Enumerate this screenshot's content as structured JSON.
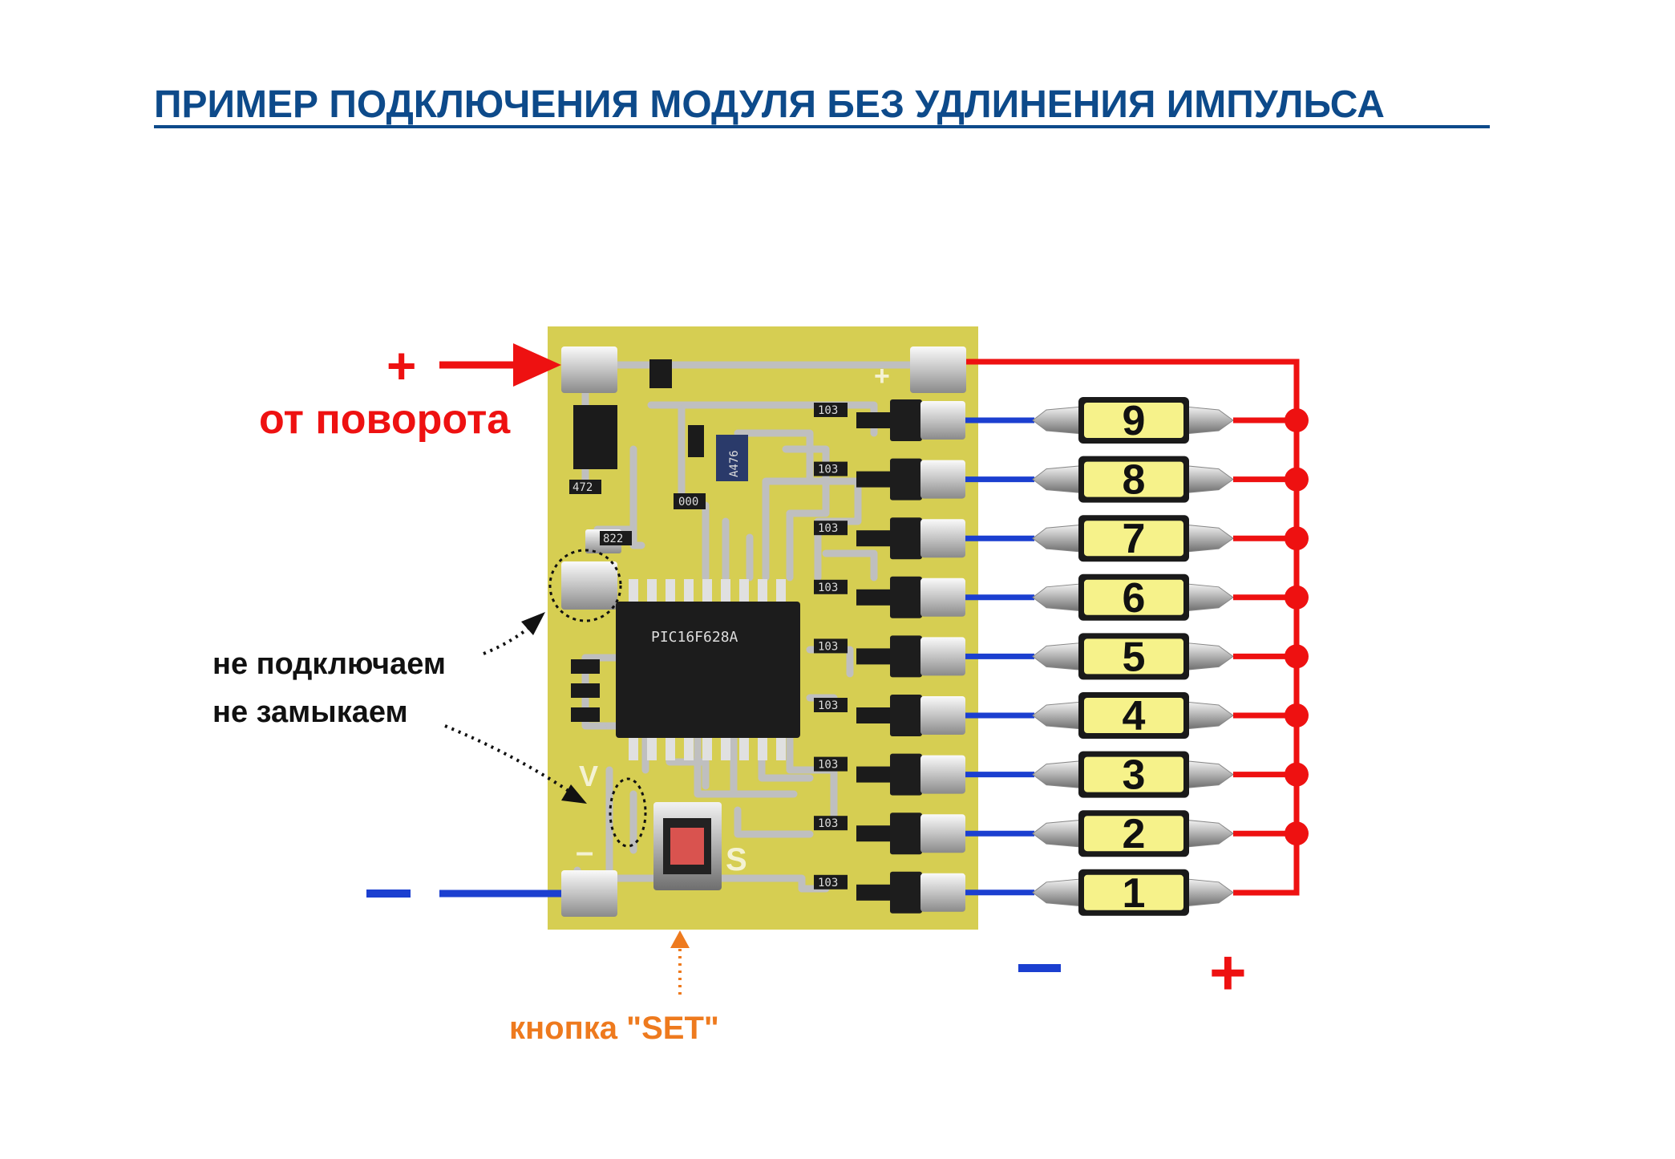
{
  "title": "ПРИМЕР ПОДКЛЮЧЕНИЯ МОДУЛЯ БЕЗ УДЛИНЕНИЯ ИМПУЛЬСА",
  "labels": {
    "plus_input_sign": "+",
    "plus_input_text": "от поворота",
    "minus_input_sign": "—",
    "nc_line1": "не подключаем",
    "nc_line2": "не замыкаем",
    "set_button": "кнопка \"SET\"",
    "bottom_minus": "—",
    "bottom_plus": "+"
  },
  "board": {
    "silk_plus": "+",
    "silk_v": "V",
    "silk_minus": "–",
    "silk_s": "S",
    "chip_marking": "PIC16F628A",
    "resistor_code": "103",
    "resistor_codes_other": [
      "472",
      "822",
      "000",
      "103"
    ],
    "cap_marking": "A476"
  },
  "lamps": [
    "9",
    "8",
    "7",
    "6",
    "5",
    "4",
    "3",
    "2",
    "1"
  ],
  "colors": {
    "title": "#0d4a8a",
    "positive": "#ee1111",
    "negative": "#1b3fd0",
    "set_label": "#ee7a1e",
    "board": "#d6ce52",
    "lamp_face": "#f6f28a"
  }
}
